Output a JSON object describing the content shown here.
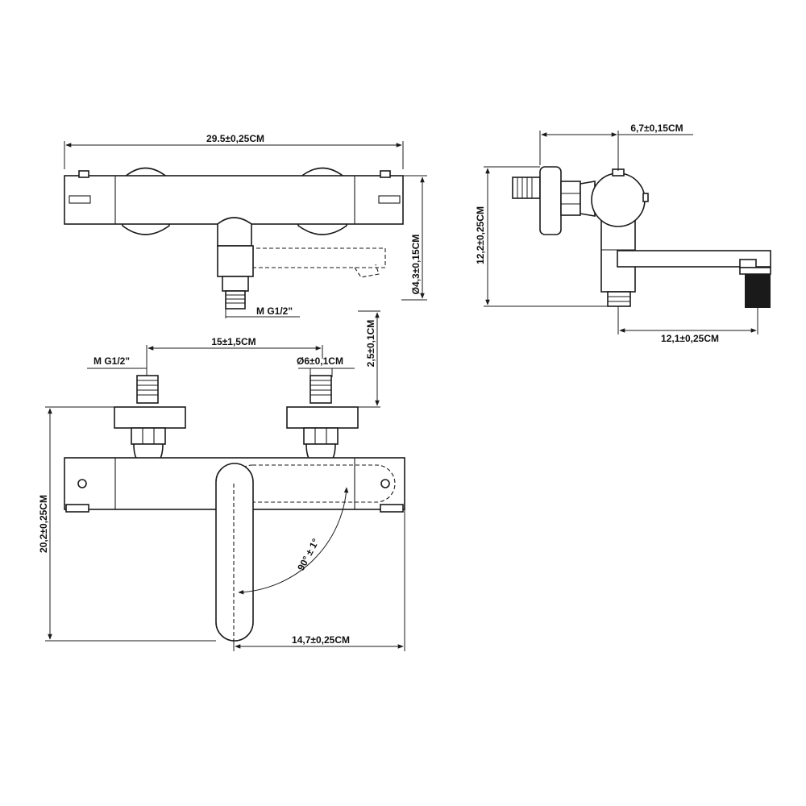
{
  "dimensions": {
    "top_width": "29.5±0,25CM",
    "spout_diameter": "Ø4,3±0,15CM",
    "thread_top": "M G1/2\"",
    "inlet_spacing": "15±1,5CM",
    "thread_front": "M G1/2\"",
    "inlet_diameter": "Ø6±0,1CM",
    "inlet_depth": "2,5±0,1CM",
    "total_height": "20,2±0,25CM",
    "spout_reach": "14,7±0,25CM",
    "rotation_angle": "90° ± 1°",
    "side_depth": "6,7±0,15CM",
    "side_height": "12,2±0,25CM",
    "side_spout": "12,1±0,25CM"
  }
}
